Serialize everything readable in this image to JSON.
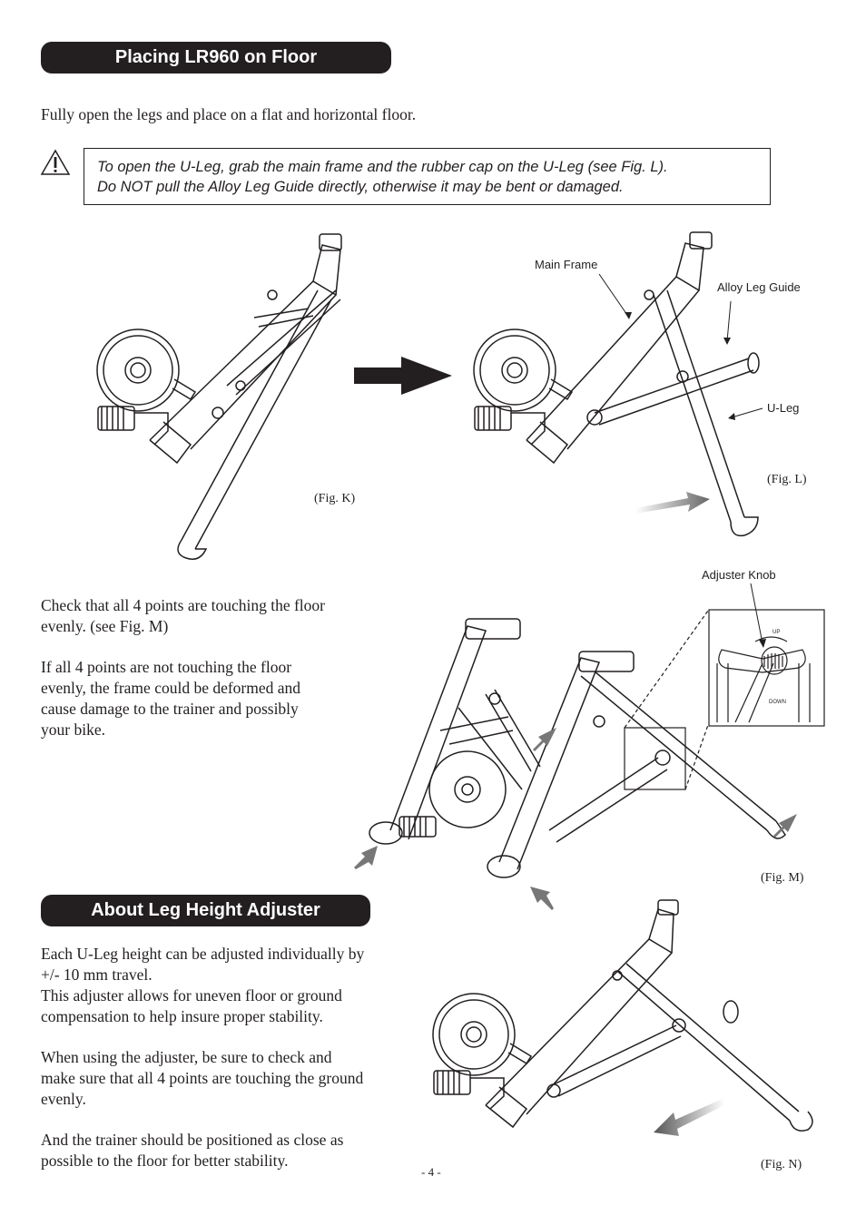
{
  "sections": [
    {
      "title": "Placing LR960 on Floor"
    },
    {
      "title": "About Leg Height Adjuster"
    }
  ],
  "intro": "Fully open the legs and place on a flat and horizontal floor.",
  "warning": {
    "icon": "warning-triangle-icon",
    "line1": "To open the U-Leg, grab the main frame and the rubber cap on the U-Leg (see Fig. L).",
    "line2": "Do NOT pull the Alloy Leg Guide directly, otherwise it may be bent or damaged."
  },
  "figures": {
    "k": {
      "label": "(Fig. K)"
    },
    "l": {
      "label": "(Fig. L)",
      "callouts": {
        "main_frame": "Main Frame",
        "alloy_leg_guide": "Alloy Leg Guide",
        "u_leg": "U-Leg"
      }
    },
    "m": {
      "label": "(Fig. M)",
      "callouts": {
        "adjuster_knob": "Adjuster Knob",
        "up": "UP",
        "down": "DOWN"
      }
    },
    "n": {
      "label": "(Fig. N)"
    }
  },
  "check_text": {
    "p1_l1": "Check that all 4 points are touching the floor",
    "p1_l2": "evenly. (see Fig. M)",
    "p2_l1": "If all 4 points are not touching the floor",
    "p2_l2": "evenly, the frame could be deformed and",
    "p2_l3": "cause damage to the trainer and possibly",
    "p2_l4": "your bike."
  },
  "adjuster_text": {
    "l1": "Each U-Leg height can be adjusted individually by",
    "l2": "+/- 10 mm travel.",
    "l3": "This adjuster allows for uneven floor or ground",
    "l4": "compensation to help insure proper stability.",
    "l5": "When using the adjuster, be sure to check and",
    "l6": "make sure that all 4 points are touching the ground",
    "l7": "evenly.",
    "l8": "And the trainer should be positioned as close as",
    "l9": "possible to the floor for better stability."
  },
  "page_number": "- 4 -",
  "colors": {
    "ink": "#231f20",
    "arrow_gray": "#8a8a8a"
  }
}
